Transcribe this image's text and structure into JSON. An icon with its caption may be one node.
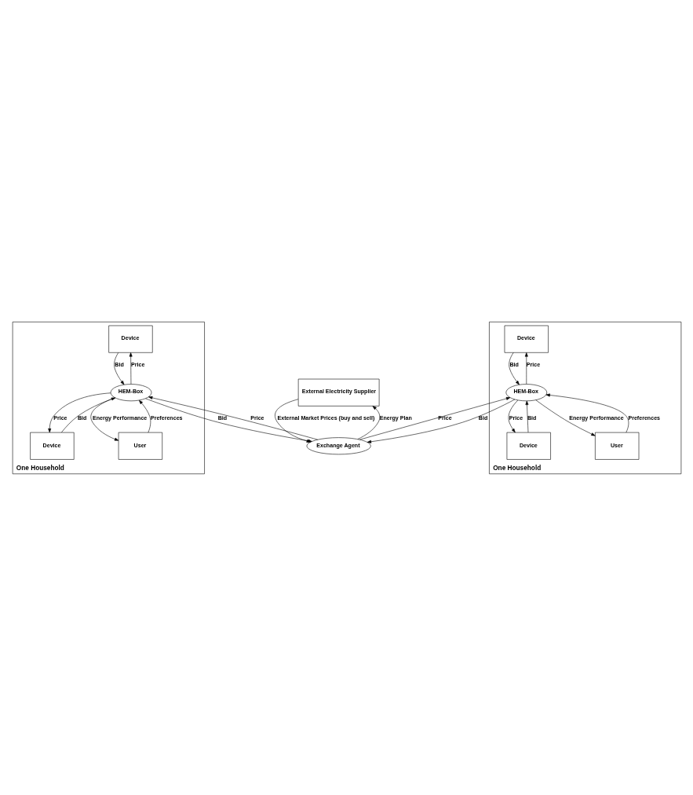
{
  "diagram": {
    "nodes": [
      {
        "text": [
          "External Electricity Supplier"
        ]
      },
      {
        "text": [
          "One Household"
        ]
      },
      {
        "text": [
          "Device"
        ],
        "in": 1
      },
      {
        "text": [
          "HEM-Box"
        ],
        "in": 1
      },
      {
        "text": [
          "Device"
        ],
        "in": 1
      },
      {
        "text": [
          "User"
        ],
        "in": 1
      },
      {
        "text": [
          "Exchange Agent"
        ]
      },
      {
        "text": [
          "One Household"
        ]
      },
      {
        "text": [
          "Device"
        ],
        "in": 7
      },
      {
        "text": [
          "HEM-Box"
        ],
        "in": 7
      },
      {
        "text": [
          "Device"
        ],
        "in": 7
      },
      {
        "text": [
          "User"
        ],
        "in": 7
      }
    ],
    "edges": [
      {
        "from": 2,
        "to": 3,
        "arrow": "to",
        "label": "Bid"
      },
      {
        "from": 3,
        "to": 2,
        "arrow": "to",
        "label": "Price"
      },
      {
        "from": 4,
        "to": 3,
        "arrow": "to",
        "label": "Bid"
      },
      {
        "from": 3,
        "to": 4,
        "arrow": "to",
        "label": "Price"
      },
      {
        "from": 3,
        "to": 5,
        "arrow": "to",
        "label": "Energy Performance"
      },
      {
        "from": 5,
        "to": 3,
        "arrow": "to",
        "label": "Preferences"
      },
      {
        "from": 3,
        "to": 6,
        "arrow": "to",
        "label": "Bid"
      },
      {
        "from": 6,
        "to": 3,
        "arrow": "to",
        "label": "Price"
      },
      {
        "from": 6,
        "to": 0,
        "arrow": "to",
        "label": "Energy Plan"
      },
      {
        "from": 0,
        "to": 6,
        "arrow": "to",
        "label": "External Market Prices (buy and sell)"
      },
      {
        "from": 9,
        "to": 6,
        "arrow": "to",
        "label": "Bid"
      },
      {
        "from": 6,
        "to": 9,
        "arrow": "to",
        "label": "Price"
      },
      {
        "from": 8,
        "to": 9,
        "arrow": "to",
        "label": "Bid"
      },
      {
        "from": 9,
        "to": 8,
        "arrow": "to",
        "label": "Price"
      },
      {
        "from": 10,
        "to": 9,
        "arrow": "to",
        "label": "Bid"
      },
      {
        "from": 9,
        "to": 10,
        "arrow": "to",
        "label": "Price"
      },
      {
        "from": 9,
        "to": 11,
        "arrow": "to",
        "label": "Energy Performance"
      },
      {
        "from": 11,
        "to": 9,
        "arrow": "to",
        "label": "Preferences"
      }
    ]
  }
}
